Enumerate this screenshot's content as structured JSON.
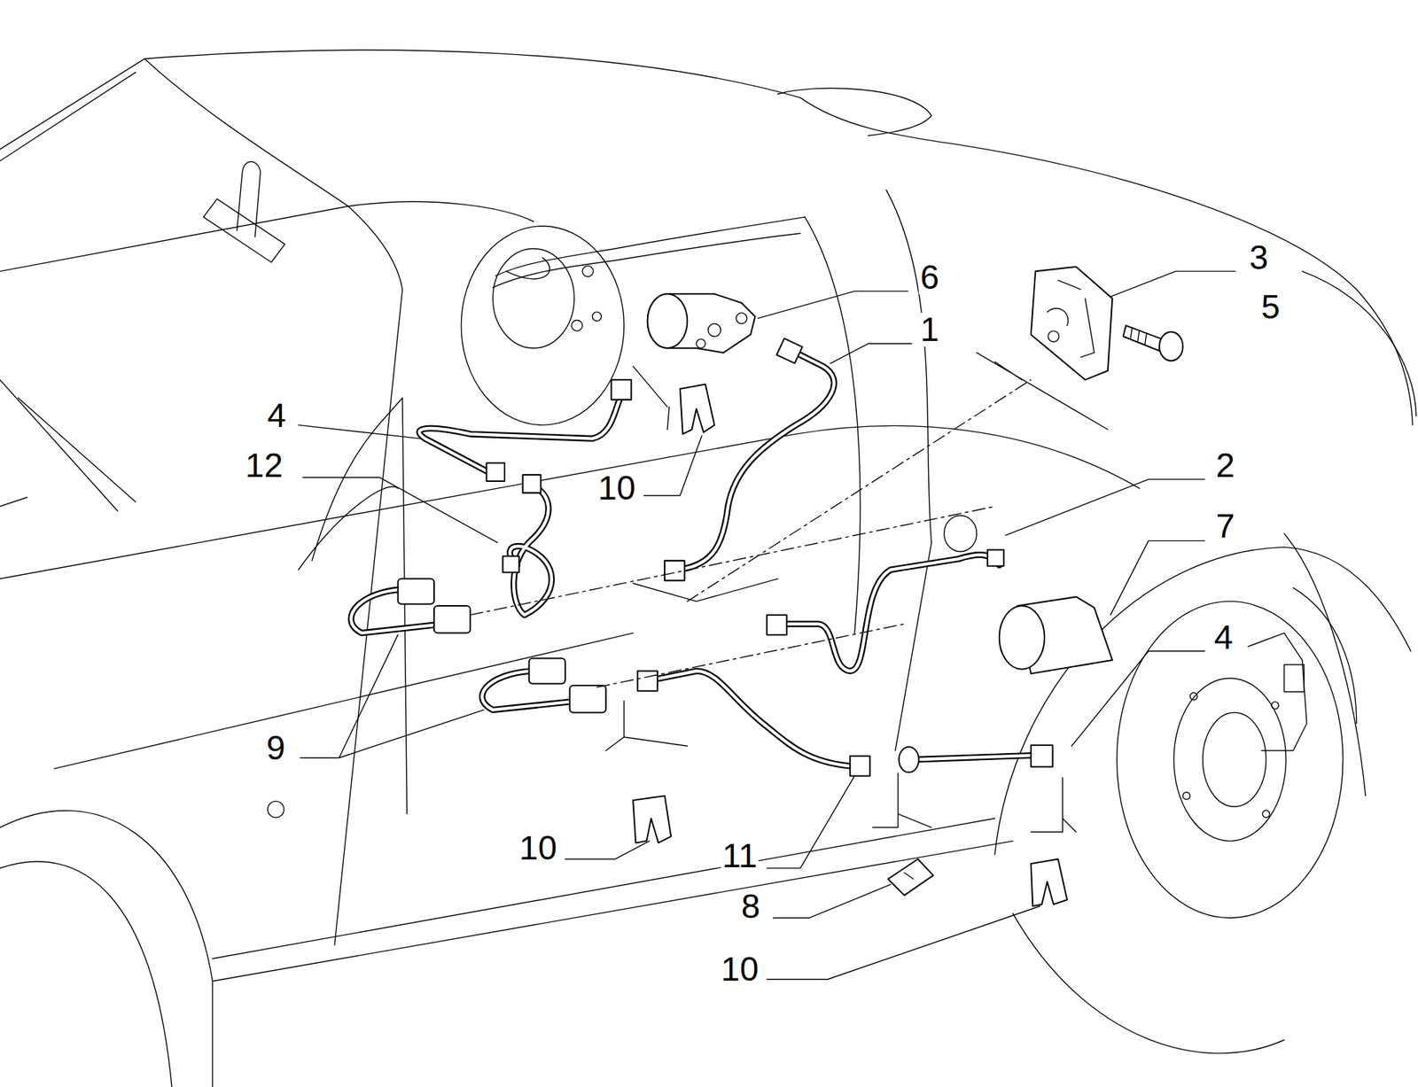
{
  "diagram": {
    "labels": [
      "6",
      "3",
      "5",
      "1",
      "4",
      "12",
      "10",
      "2",
      "7",
      "4",
      "9",
      "10",
      "11",
      "8",
      "10"
    ]
  }
}
